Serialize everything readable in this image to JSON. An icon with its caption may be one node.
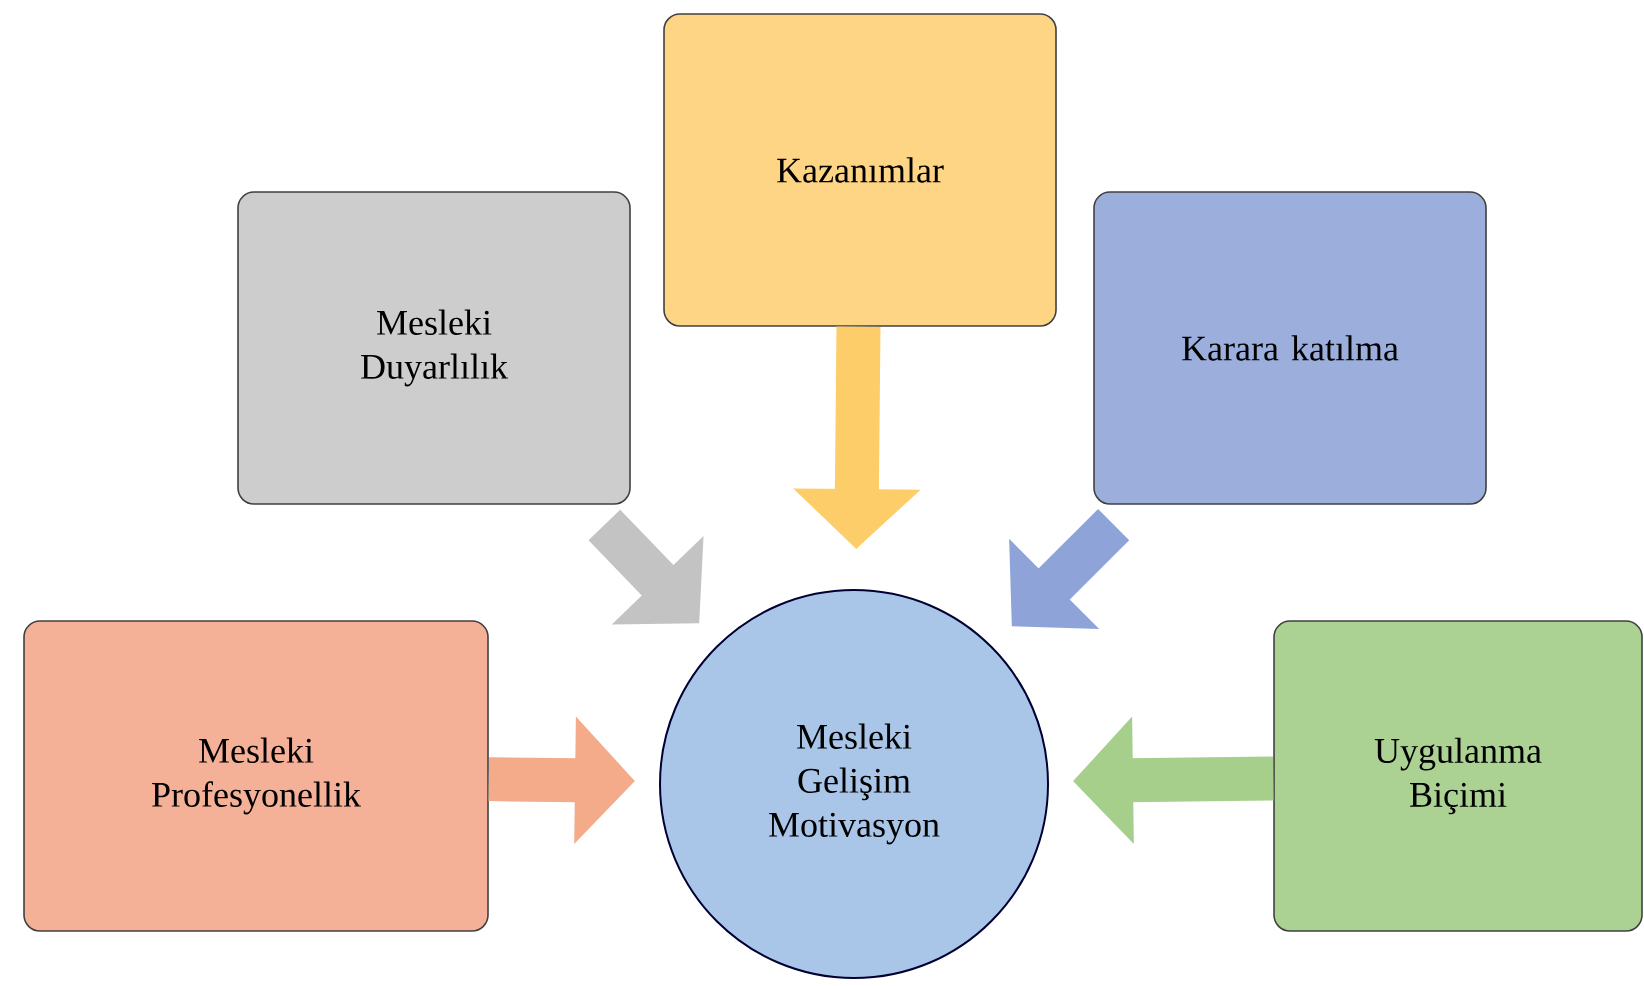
{
  "diagram": {
    "nodes": [
      {
        "text": [
          "Kazanımlar"
        ]
      },
      {
        "text": [
          "Mesleki Duyarlılık"
        ]
      },
      {
        "text": [
          "Karara katılma"
        ]
      },
      {
        "text": [
          "Mesleki Profesyonellik"
        ]
      },
      {
        "text": [
          "Mesleki Gelişim Motivasyon"
        ]
      },
      {
        "text": [
          "Uygulanma Biçimi"
        ]
      }
    ],
    "edges": [
      {
        "from": 0,
        "to": 4,
        "arrow": "to",
        "color": "#fdcd6a"
      },
      {
        "from": 1,
        "to": 4,
        "arrow": "to",
        "color": "#c3c3c3"
      },
      {
        "from": 2,
        "to": 4,
        "arrow": "to",
        "color": "#8ea4d8"
      },
      {
        "from": 3,
        "to": 4,
        "arrow": "to",
        "color": "#f4ab8a"
      },
      {
        "from": 5,
        "to": 4,
        "arrow": "to",
        "color": "#a6cf8c"
      }
    ]
  }
}
